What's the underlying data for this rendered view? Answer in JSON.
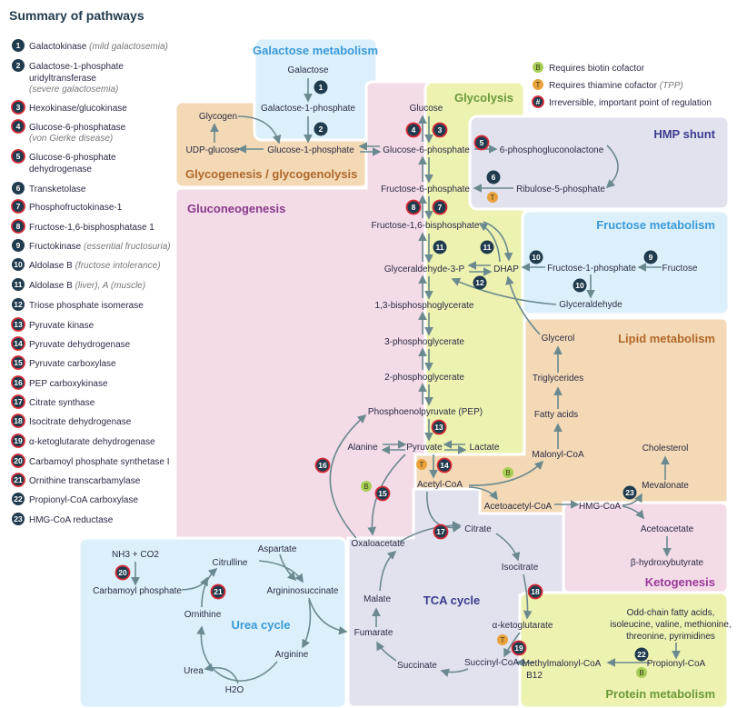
{
  "title": "Summary of pathways",
  "colors": {
    "regulated_ring": "#d62a35",
    "badge": "#1f3b4d",
    "biotin": "#a8cf55",
    "thiamine": "#e9a23b",
    "arrow": "#6b8a90"
  },
  "enzymes": [
    {
      "num": "1",
      "name": [
        "Galactokinase"
      ],
      "note": "(mild galactosemia)",
      "regulated": false
    },
    {
      "num": "2",
      "name": [
        "Galactose-1-phosphate",
        "uridyltransferase"
      ],
      "note": "(severe galactosemia)",
      "regulated": false
    },
    {
      "num": "3",
      "name": [
        "Hexokinase/glucokinase"
      ],
      "note": "",
      "regulated": true
    },
    {
      "num": "4",
      "name": [
        "Glucose-6-phosphatase"
      ],
      "note": "(von Gierke disease)",
      "regulated": true
    },
    {
      "num": "5",
      "name": [
        "Glucose-6-phosphate",
        "dehydrogenase"
      ],
      "note": "",
      "regulated": true
    },
    {
      "num": "6",
      "name": [
        "Transketolase"
      ],
      "note": "",
      "regulated": false
    },
    {
      "num": "7",
      "name": [
        "Phosphofructokinase-1"
      ],
      "note": "",
      "regulated": true
    },
    {
      "num": "8",
      "name": [
        "Fructose-1,6-bisphosphatase 1"
      ],
      "note": "",
      "regulated": true
    },
    {
      "num": "9",
      "name": [
        "Fructokinase"
      ],
      "note": "(essential fructosuria)",
      "regulated": false
    },
    {
      "num": "10",
      "name": [
        "Aldolase B"
      ],
      "note": "(fructose intolerance)",
      "regulated": false
    },
    {
      "num": "11",
      "name": [
        "Aldolase B"
      ],
      "note": "(liver), A (muscle)",
      "regulated": false
    },
    {
      "num": "12",
      "name": [
        "Triose phosphate isomerase"
      ],
      "note": "",
      "regulated": false
    },
    {
      "num": "13",
      "name": [
        "Pyruvate kinase"
      ],
      "note": "",
      "regulated": true
    },
    {
      "num": "14",
      "name": [
        "Pyruvate dehydrogenase"
      ],
      "note": "",
      "regulated": true
    },
    {
      "num": "15",
      "name": [
        "Pyruvate carboxylase"
      ],
      "note": "",
      "regulated": true
    },
    {
      "num": "16",
      "name": [
        "PEP carboxykinase"
      ],
      "note": "",
      "regulated": true
    },
    {
      "num": "17",
      "name": [
        "Citrate synthase"
      ],
      "note": "",
      "regulated": true
    },
    {
      "num": "18",
      "name": [
        "Isocitrate dehydrogenase"
      ],
      "note": "",
      "regulated": true
    },
    {
      "num": "19",
      "name": [
        "α-ketoglutarate dehydrogenase"
      ],
      "note": "",
      "regulated": true
    },
    {
      "num": "20",
      "name": [
        "Carbamoyl phosphate synthetase I"
      ],
      "note": "",
      "regulated": true
    },
    {
      "num": "21",
      "name": [
        "Ornithine transcarbamylase"
      ],
      "note": "",
      "regulated": true
    },
    {
      "num": "22",
      "name": [
        "Propionyl-CoA carboxylase"
      ],
      "note": "",
      "regulated": false
    },
    {
      "num": "23",
      "name": [
        "HMG-CoA reductase"
      ],
      "note": "",
      "regulated": false
    }
  ],
  "cofactor_legend": [
    {
      "symbol": "B",
      "text": "Requires biotin cofactor",
      "note": ""
    },
    {
      "symbol": "T",
      "text": "Requires thiamine cofactor",
      "note": "(TPP)"
    },
    {
      "symbol": "#",
      "text": "Irreversible, important point of regulation",
      "note": ""
    }
  ],
  "regions": {
    "galactose": "Galactose metabolism",
    "glycogen": "Glycogenesis / glycogenolysis",
    "gluconeo": "Gluconeogenesis",
    "glycolysis": "Glycolysis",
    "hmp": "HMP shunt",
    "fructose": "Fructose metabolism",
    "lipid": "Lipid metabolism",
    "keto": "Ketogenesis",
    "tca": "TCA cycle",
    "urea": "Urea cycle",
    "protein": "Protein metabolism"
  },
  "m": {
    "galactose": "Galactose",
    "gal1p": "Galactose-1-phosphate",
    "g1p": "Glucose-1-phosphate",
    "glycogen": "Glycogen",
    "udpg": "UDP-glucose",
    "glucose": "Glucose",
    "g6p": "Glucose-6-phosphate",
    "pgl": "6-phosphogluconolactone",
    "ru5p": "Ribulose-5-phosphate",
    "f6p": "Fructose-6-phosphate",
    "f16bp": "Fructose-1,6-bisphosphate",
    "ga3p": "Glyceraldehyde-3-P",
    "dhap": "DHAP",
    "f1p": "Fructose-1-phosphate",
    "fructose": "Fructose",
    "glyceraldehyde": "Glyceraldehyde",
    "bpg": "1,3-bisphosphoglycerate",
    "pg3": "3-phosphoglycerate",
    "pg2": "2-phosphoglycerate",
    "pep": "Phosphoenolpyruvate (PEP)",
    "glycerol": "Glycerol",
    "tg": "Triglycerides",
    "fa": "Fatty acids",
    "malonyl": "Malonyl-CoA",
    "cholesterol": "Cholesterol",
    "mevalonate": "Mevalonate",
    "alanine": "Alanine",
    "pyruvate": "Pyruvate",
    "lactate": "Lactate",
    "acetylcoa": "Acetyl-CoA",
    "acetoacetylcoa": "Acetoacetyl-CoA",
    "hmgcoa": "HMG-CoA",
    "acetoacetate": "Acetoacetate",
    "bhb": "β-hydroxybutyrate",
    "oaa": "Oxaloacetate",
    "citrate": "Citrate",
    "isocitrate": "Isocitrate",
    "akg": "α-ketoglutarate",
    "succcoa": "Succinyl-CoA",
    "succinate": "Succinate",
    "fumarate": "Fumarate",
    "malate": "Malate",
    "aspartate": "Aspartate",
    "citrulline": "Citrulline",
    "argsucc": "Argininosuccinate",
    "carbp": "Carbamoyl phosphate",
    "nh3": "NH3 + CO2",
    "ornithine": "Ornithine",
    "arginine": "Arginine",
    "urea": "Urea",
    "h2o": "H2O",
    "oddchain": [
      "Odd-chain fatty acids,",
      "isoleucine, valine, methionine,",
      "threonine, pyrimidines"
    ],
    "propionyl": "Propionyl-CoA",
    "methylmalonyl": "Methylmalonyl-CoA",
    "b12": "B12"
  }
}
